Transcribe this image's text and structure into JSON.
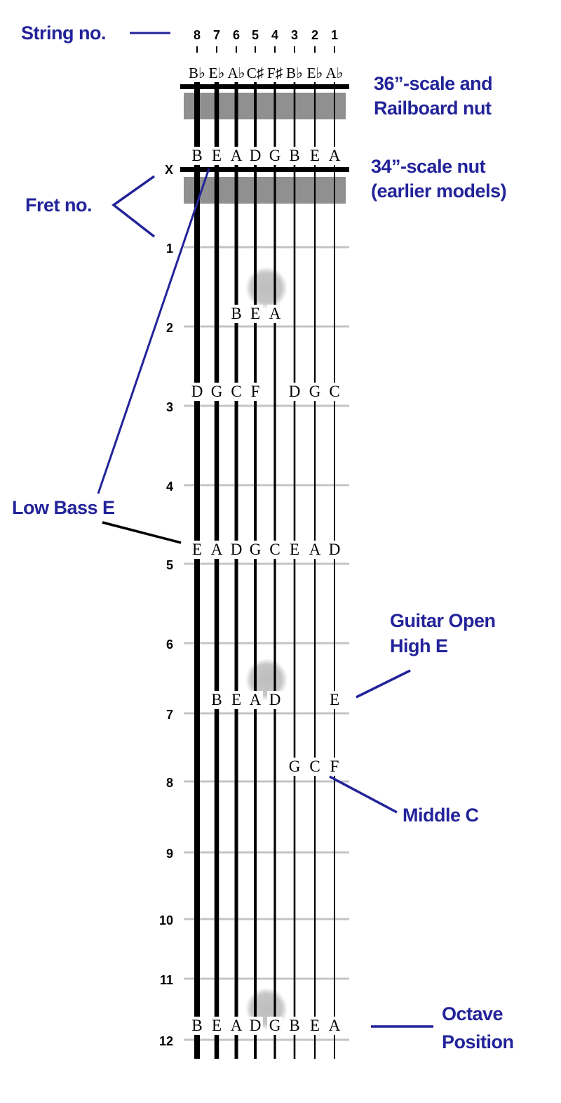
{
  "labels": {
    "string_no": "String no.",
    "fret_no": "Fret no.",
    "nut_36_line1": "36”-scale and",
    "nut_36_line2": "Railboard nut",
    "nut_34_line1": "34”-scale nut",
    "nut_34_line2": "(earlier models)",
    "low_bass_e": "Low Bass E",
    "guitar_high_e_line1": "Guitar Open",
    "guitar_high_e_line2": "High E",
    "middle_c": "Middle C",
    "octave_line1": "Octave",
    "octave_line2": "Position"
  },
  "string_numbers": [
    "8",
    "7",
    "6",
    "5",
    "4",
    "3",
    "2",
    "1"
  ],
  "nut_36_tuning": [
    "B♭",
    "E♭",
    "A♭",
    "C♯",
    "F♯",
    "B♭",
    "E♭",
    "A♭"
  ],
  "open_tuning": [
    "B",
    "E",
    "A",
    "D",
    "G",
    "B",
    "E",
    "A"
  ],
  "fret_numbers": [
    "X",
    "1",
    "2",
    "3",
    "4",
    "5",
    "6",
    "7",
    "8",
    "9",
    "10",
    "11",
    "12"
  ],
  "note_rows": [
    {
      "row": "fret-2",
      "notes": [
        {
          "string": 6,
          "note": "B"
        },
        {
          "string": 5,
          "note": "E"
        },
        {
          "string": 4,
          "note": "A"
        }
      ]
    },
    {
      "row": "fret-3",
      "notes": [
        {
          "string": 8,
          "note": "D"
        },
        {
          "string": 7,
          "note": "G"
        },
        {
          "string": 6,
          "note": "C"
        },
        {
          "string": 5,
          "note": "F"
        },
        {
          "string": 3,
          "note": "D"
        },
        {
          "string": 2,
          "note": "G"
        },
        {
          "string": 1,
          "note": "C"
        }
      ]
    },
    {
      "row": "fret-5",
      "notes": [
        {
          "string": 8,
          "note": "E"
        },
        {
          "string": 7,
          "note": "A"
        },
        {
          "string": 6,
          "note": "D"
        },
        {
          "string": 5,
          "note": "G"
        },
        {
          "string": 4,
          "note": "C"
        },
        {
          "string": 3,
          "note": "E"
        },
        {
          "string": 2,
          "note": "A"
        },
        {
          "string": 1,
          "note": "D"
        }
      ]
    },
    {
      "row": "fret-7",
      "notes": [
        {
          "string": 7,
          "note": "B"
        },
        {
          "string": 6,
          "note": "E"
        },
        {
          "string": 5,
          "note": "A"
        },
        {
          "string": 4,
          "note": "D"
        },
        {
          "string": 1,
          "note": "E"
        }
      ]
    },
    {
      "row": "fret-8",
      "notes": [
        {
          "string": 3,
          "note": "G"
        },
        {
          "string": 2,
          "note": "C"
        },
        {
          "string": 1,
          "note": "F"
        }
      ]
    },
    {
      "row": "fret-12",
      "notes": [
        {
          "string": 8,
          "note": "B"
        },
        {
          "string": 7,
          "note": "E"
        },
        {
          "string": 6,
          "note": "A"
        },
        {
          "string": 5,
          "note": "D"
        },
        {
          "string": 4,
          "note": "G"
        },
        {
          "string": 3,
          "note": "B"
        },
        {
          "string": 2,
          "note": "E"
        },
        {
          "string": 1,
          "note": "A"
        }
      ]
    }
  ],
  "colors": {
    "label_blue": "#23239a",
    "fret_gray": "#c4c4c4",
    "nut_shadow": "#909090",
    "marker_gray": "#c8c8c8"
  }
}
